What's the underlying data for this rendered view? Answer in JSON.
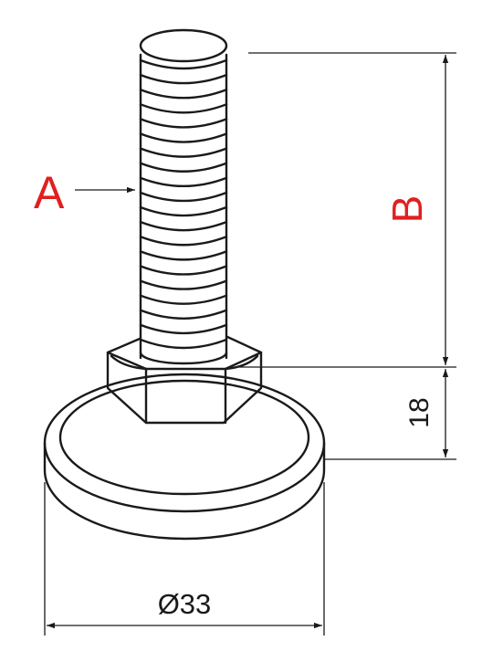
{
  "labels": {
    "part_a": "A",
    "part_b": "B",
    "height": "18",
    "diameter": "Ø33"
  },
  "colors": {
    "line": "#1a1a1a",
    "callout": "#e02020",
    "background": "#ffffff"
  },
  "thread": {
    "turns": 20
  }
}
